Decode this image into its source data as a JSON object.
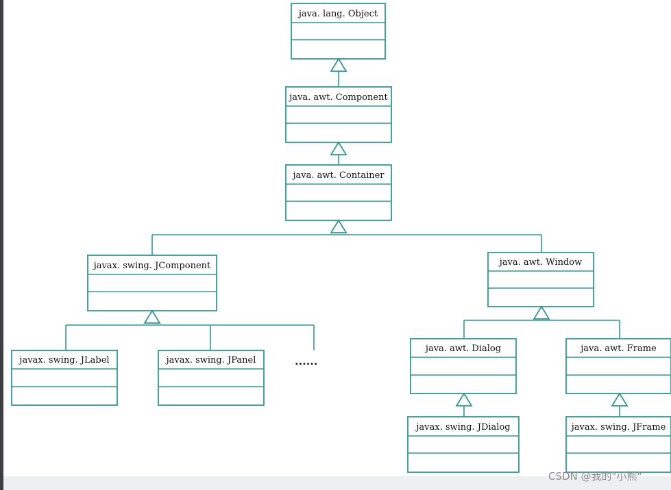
{
  "diagram": {
    "stroke_color": "#2f9a94",
    "classes": {
      "object": "java. lang. Object",
      "component": "java. awt. Component",
      "container": "java. awt. Container",
      "jcomponent": "javax. swing. JComponent",
      "window": "java. awt. Window",
      "jlabel": "javax. swing. JLabel",
      "jpanel": "javax. swing. JPanel",
      "dialog": "java. awt. Dialog",
      "frame": "java. awt. Frame",
      "jdialog": "javax. swing. JDialog",
      "jframe": "javax. swing. JFrame"
    },
    "ellipsis": "......"
  },
  "watermark": "CSDN @我的\"小熊\""
}
